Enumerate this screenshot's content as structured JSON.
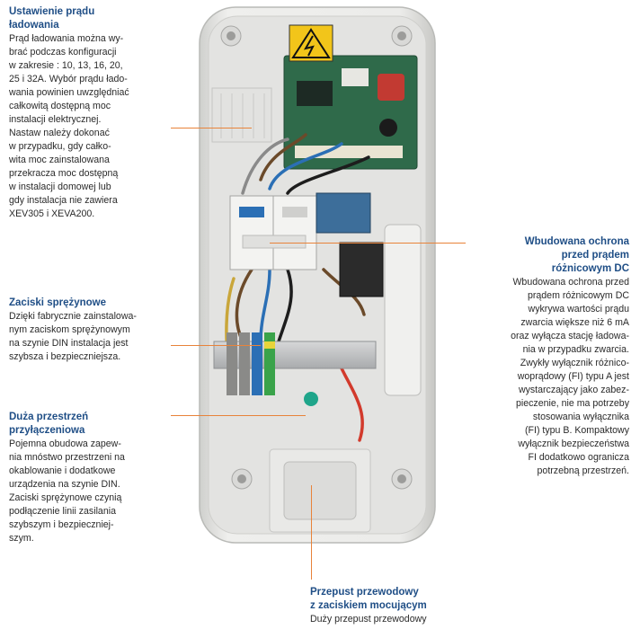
{
  "callouts": {
    "current": {
      "title": [
        "Ustawienie prądu",
        "ładowania"
      ],
      "lines": [
        "Prąd ładowania można wy-",
        "brać podczas konfiguracji",
        "w zakresie : 10, 13, 16, 20,",
        "25 i 32A. Wybór prądu łado-",
        "wania powinien uwzględniać",
        "całkowitą dostępną moc",
        "instalacji elektrycznej.",
        "Nastaw należy dokonać",
        "w przypadku, gdy całko-",
        "wita moc zainstalowana",
        "przekracza moc dostępną",
        "w instalacji domowej lub",
        "gdy instalacja nie zawiera",
        "XEV305 i XEVA200."
      ]
    },
    "terminals": {
      "title": [
        "Zaciski sprężynowe"
      ],
      "lines": [
        "Dzięki fabrycznie zainstalowa-",
        "nym zaciskom sprężynowym",
        "na szynie DIN instalacja jest",
        "szybsza i bezpieczniejsza."
      ]
    },
    "space": {
      "title": [
        "Duża przestrzeń",
        "przyłączeniowa"
      ],
      "lines": [
        "Pojemna obudowa zapew-",
        "nia mnóstwo przestrzeni na",
        "okablowanie i dodatkowe",
        "urządzenia na szynie DIN.",
        "Zaciski sprężynowe czynią",
        "podłączenie linii zasilania",
        "szybszym i bezpieczniej-",
        "szym."
      ]
    },
    "dc": {
      "title": [
        "Wbudowana ochrona",
        "przed prądem",
        "różnicowym DC"
      ],
      "lines": [
        "Wbudowana ochrona przed",
        "prądem różnicowym DC",
        "wykrywa wartości prądu",
        "zwarcia większe niż 6 mA",
        "oraz wyłącza stację ładowa-",
        "nia w przypadku zwarcia.",
        "Zwykły wyłącznik różnico-",
        "woprądowy (FI) typu A jest",
        "wystarczający jako zabez-",
        "pieczenie, nie ma potrzeby",
        "stosowania wyłącznika",
        "(FI) typu B. Kompaktowy",
        "wyłącznik bezpieczeństwa",
        "FI dodatkowo ogranicza",
        "potrzebną przestrzeń."
      ]
    },
    "gland": {
      "title": [
        "Przepust przewodowy",
        "z zaciskiem mocującym"
      ],
      "lines": [
        "Duży przepust przewodowy"
      ]
    }
  },
  "colors": {
    "heading": "#1f4e86",
    "leader": "#e8833a",
    "housing": "#e9e9e7"
  }
}
